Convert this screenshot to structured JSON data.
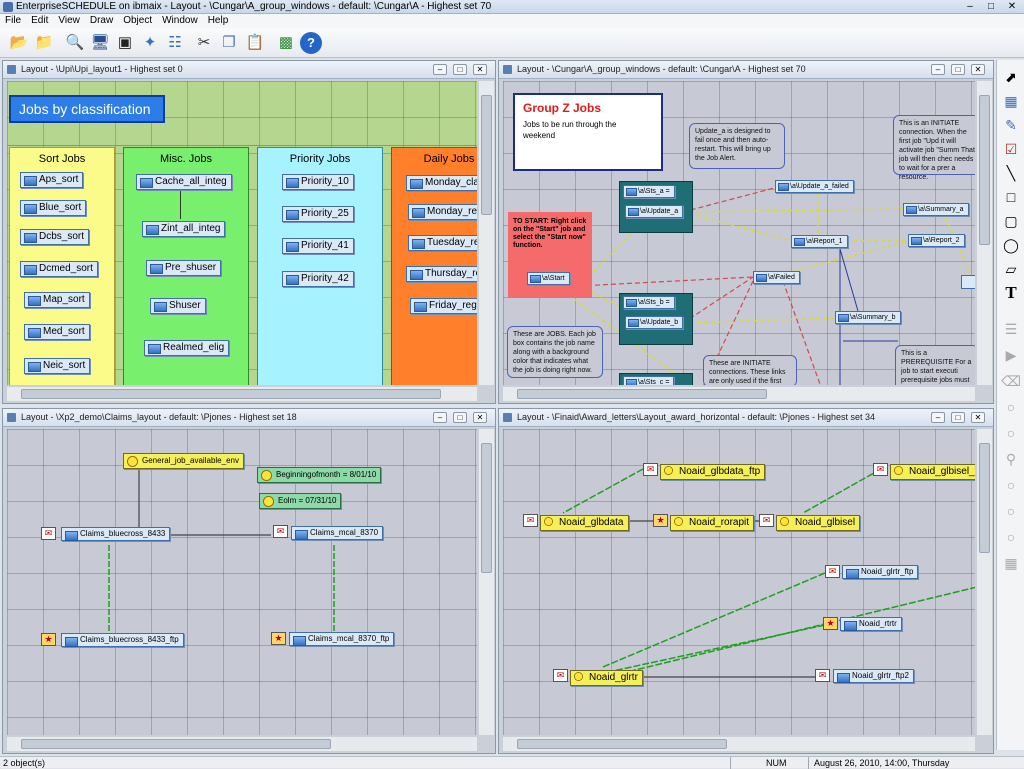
{
  "window": {
    "title": "EnterpriseSCHEDULE on ibmaix - Layout - \\Cungar\\A_group_windows - default: \\Cungar\\A - Highest set 70"
  },
  "menu": [
    "File",
    "Edit",
    "View",
    "Draw",
    "Object",
    "Window",
    "Help"
  ],
  "toolbar_icons": [
    "open-folder-icon",
    "open-folder-alt-icon",
    "find-icon",
    "monitor-icon",
    "console-icon",
    "new-window-icon",
    "tree-icon",
    "cut-icon",
    "copy-icon",
    "paste-icon",
    "batch-icon",
    "help-icon"
  ],
  "palette_icons": [
    "pointer-icon",
    "layout-icon",
    "edit-note-icon",
    "note-icon",
    "line-icon",
    "rectangle-icon",
    "rounded-rect-icon",
    "ellipse-icon",
    "polygon-icon",
    "text-tool-icon",
    "list-icon",
    "play-icon",
    "erase-icon",
    "disabled-icon",
    "disabled-icon",
    "search-icon",
    "disabled-icon",
    "disabled-icon",
    "disabled-icon",
    "calendar-icon"
  ],
  "panels": {
    "p1": {
      "title": "Layout - \\Upi\\Upi_layout1 - Highest set 0",
      "banner": "Jobs by classification",
      "columns": [
        {
          "title": "Sort Jobs",
          "color": "#fbfb8a",
          "jobs": [
            "Aps_sort",
            "Blue_sort",
            "Dcbs_sort",
            "Dcmed_sort",
            "Map_sort",
            "Med_sort",
            "Neic_sort"
          ]
        },
        {
          "title": "Misc. Jobs",
          "color": "#78f06e",
          "jobs": [
            "Cache_all_integ",
            "Zint_all_integ",
            "Pre_shuser",
            "Shuser",
            "Realmed_elig"
          ]
        },
        {
          "title": "Priority Jobs",
          "color": "#a6f3ff",
          "jobs": [
            "Priority_10",
            "Priority_25",
            "Priority_41",
            "Priority_42"
          ]
        },
        {
          "title": "Daily Jobs",
          "color": "#ff7f2a",
          "jobs": [
            "Monday_claims",
            "Monday_reg",
            "Tuesday_reg",
            "Thursday_reg",
            "Friday_reg"
          ]
        }
      ]
    },
    "p2": {
      "title": "Layout - \\Cungar\\A_group_windows - default: \\Cungar\\A - Highest set 70",
      "group_title": "Group Z Jobs",
      "group_sub": "Jobs to be run through the weekend",
      "start_note": "TO START: Right click on the \"Start\" job and select the \"Start now\" function.",
      "note_update": "Update_a is designed to fail once and then auto-restart. This will bring up the Job Alert.",
      "note_initiate1": "This is an INITIATE connection. When the first job \"Upd it will activate job \"Summ That job will then chec needs to wait for a prer a resource.",
      "note_jobs": "These are JOBS. Each job box contains the job name along with a background color that indicates what the job is doing right now.",
      "note_initiate2": "These are INITIATE connections. These links are only used if the first job fails.",
      "note_prereq": "This is a PREREQUISITE For a job to start executi prerequisite jobs must su complete. Conditions c on when these prerequis",
      "jobs": {
        "sts_a": "\\a\\Sts_a =",
        "update_a": "\\a\\Update_a",
        "update_a_failed": "\\a\\Update_a_failed",
        "summary_a": "\\a\\Summary_a",
        "report_1": "\\a\\Report_1",
        "report_2": "\\a\\Report_2",
        "start": "\\a\\Start",
        "failed": "\\a\\Failed",
        "sts_b": "\\a\\Sts_b =",
        "update_b": "\\a\\Update_b",
        "summary_b": "\\a\\Summary_b",
        "sts_c": "\\a\\Sts_c ="
      }
    },
    "p3": {
      "title": "Layout - \\Xp2_demo\\Claims_layout - default: \\Pjones - Highest set 18",
      "jobs": {
        "general": "General_job_available_env",
        "beginning": "Beginningofmonth =  8/01/10",
        "eolm": "Eolm = 07/31/10",
        "bluecross": "Claims_bluecross_8433",
        "mcal": "Claims_mcal_8370",
        "bluecross_ftp": "Claims_bluecross_8433_ftp",
        "mcal_ftp": "Claims_mcal_8370_ftp"
      }
    },
    "p4": {
      "title": "Layout - \\Finaid\\Award_letters\\Layout_award_horizontal - default: \\Pjones - Highest set 34",
      "jobs": {
        "glbdata_ftp": "Noaid_glbdata_ftp",
        "glbisel_ftp": "Noaid_glbisel_ftp",
        "glbdata": "Noaid_glbdata",
        "rorapit": "Noaid_rorapit",
        "glbisel": "Noaid_glbisel",
        "glrtr_ftp": "Noaid_glrtr_ftp",
        "rtrtr": "Noaid_rtrtr",
        "glrtr": "Noaid_glrtr",
        "glrtr_ftp2": "Noaid_glrtr_ftp2"
      }
    }
  },
  "status": {
    "left": "2 object(s)",
    "num": "NUM",
    "datetime": "August 26, 2010, 14:00, Thursday"
  }
}
